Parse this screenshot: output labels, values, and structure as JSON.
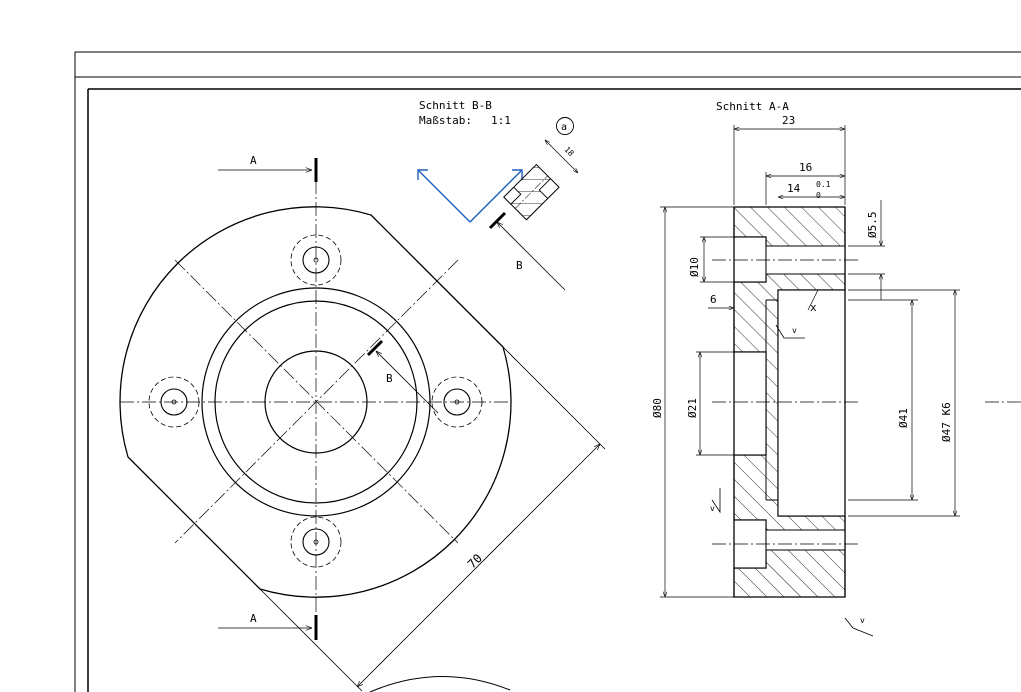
{
  "section_bb": {
    "title": "Schnitt B-B",
    "scale_label": "Maßstab:",
    "scale_value": "1:1"
  },
  "section_aa": {
    "title": "Schnitt A-A"
  },
  "detail_marker": "a",
  "section_letters": {
    "a_top": "A",
    "a_bottom": "A",
    "b_outer": "B",
    "b_inner": "B"
  },
  "dims": {
    "d18": "18",
    "d70": "70",
    "d23": "23",
    "d16": "16",
    "d14": "14",
    "tol_upper": "0.1",
    "tol_lower": "0",
    "d55": "Ø5.5",
    "d10": "Ø10",
    "d6": "6",
    "d80": "Ø80",
    "d21": "Ø21",
    "d41": "Ø41",
    "d47": "Ø47 K6",
    "x_mark": "x"
  },
  "surface_marks": [
    "v",
    "v",
    "v"
  ],
  "colors": {
    "line": "#000000",
    "view_arrows": "#1f5fbf"
  }
}
